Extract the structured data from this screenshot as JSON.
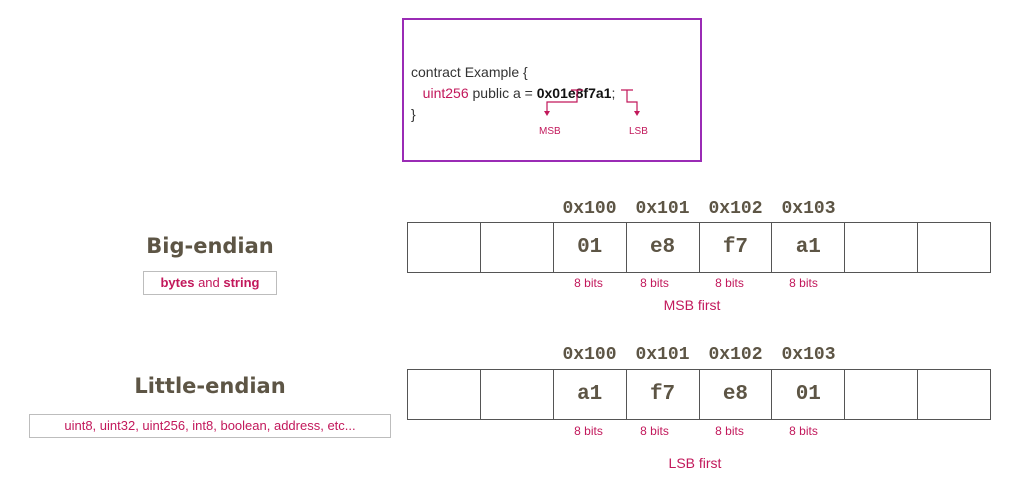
{
  "code": {
    "line1": "contract Example {",
    "line2_type": "uint256",
    "line2_mid": " public a = ",
    "line2_hex": "0x01e8f7a1",
    "line2_end": ";",
    "line3": "}",
    "msb_label": "MSB",
    "lsb_label": "LSB"
  },
  "big_endian": {
    "title": "Big-endian",
    "types_bold1": "bytes",
    "types_mid": " and ",
    "types_bold2": "string",
    "addresses": [
      "0x100",
      "0x101",
      "0x102",
      "0x103"
    ],
    "cells": [
      "",
      "",
      "01",
      "e8",
      "f7",
      "a1",
      "",
      ""
    ],
    "bits": [
      "8 bits",
      "8 bits",
      "8 bits",
      "8 bits"
    ],
    "order": "MSB first"
  },
  "little_endian": {
    "title": "Little-endian",
    "types": "uint8, uint32, uint256, int8, boolean, address, etc...",
    "addresses": [
      "0x100",
      "0x101",
      "0x102",
      "0x103"
    ],
    "cells": [
      "",
      "",
      "a1",
      "f7",
      "e8",
      "01",
      "",
      ""
    ],
    "bits": [
      "8 bits",
      "8 bits",
      "8 bits",
      "8 bits"
    ],
    "order": "LSB first"
  },
  "colors": {
    "accent": "#c2185b",
    "box_border": "#9a2bb5",
    "title": "#5d5545"
  }
}
